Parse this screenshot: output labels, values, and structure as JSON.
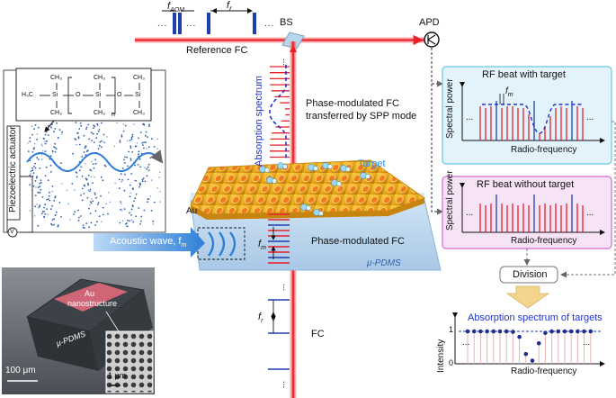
{
  "colors": {
    "beam_red": "#e8202a",
    "comb_blue": "#1f3fb0",
    "absorption_dash": "#2233cc",
    "pdms_fill": "#bcd6ee",
    "acoustic_arrow": "#2f7fd8",
    "panel_cyan_bg": "#e3f3fb",
    "panel_cyan_border": "#6cc6e6",
    "panel_magenta_bg": "#f6e3f6",
    "panel_magenta_border": "#d66ad6",
    "division_arrow": "#f3d58e",
    "target_label": "#2b8fe0"
  },
  "labels": {
    "f_aom": "f",
    "f_aom_sub": "AOM",
    "f_r_top": "f",
    "f_r_top_sub": "r",
    "reference_fc": "Reference FC",
    "bs": "BS",
    "apd": "APD",
    "absorption_spectrum": "Absorption spectrum",
    "pm_fc_spp_1": "Phase-modulated FC",
    "pm_fc_spp_2": "transferred by SPP mode",
    "target": "Target",
    "au": "Au",
    "piezo": "Piezoelectric actuator",
    "v": "V",
    "acoustic_wave": "Acoustic wave, f",
    "acoustic_wave_sub": "m",
    "f_m": "f",
    "f_m_sub": "m",
    "pm_fc": "Phase-modulated FC",
    "mu_pdms": "μ-PDMS",
    "f_r_mid": "f",
    "f_r_mid_sub": "r",
    "fc": "FC",
    "sem_au": "Au",
    "sem_nano": "nanostructure",
    "sem_pdms": "μ-PDMS",
    "scale_100": "100 μm",
    "scale_1": "1 μm",
    "chem_ch3": "CH₃",
    "chem_h3c": "H₃C",
    "chem_si": "Si",
    "chem_o": "O",
    "chem_n": "n"
  },
  "panels": {
    "with_target": {
      "title": "RF beat with target",
      "y_label": "Spectral power",
      "x_label": "Radio-frequency",
      "f_m": "f",
      "f_m_sub": "m",
      "dots": "..."
    },
    "without_target": {
      "title": "RF beat without target",
      "y_label": "Spectral power",
      "x_label": "Radio-frequency",
      "dots": "..."
    },
    "division": "Division",
    "result": {
      "title": "Absorption spectrum of targets",
      "y_label": "Intensity",
      "x_label": "Radio-frequency",
      "y_one": "1",
      "y_zero": "0",
      "dots": "..."
    }
  },
  "dots": "..."
}
